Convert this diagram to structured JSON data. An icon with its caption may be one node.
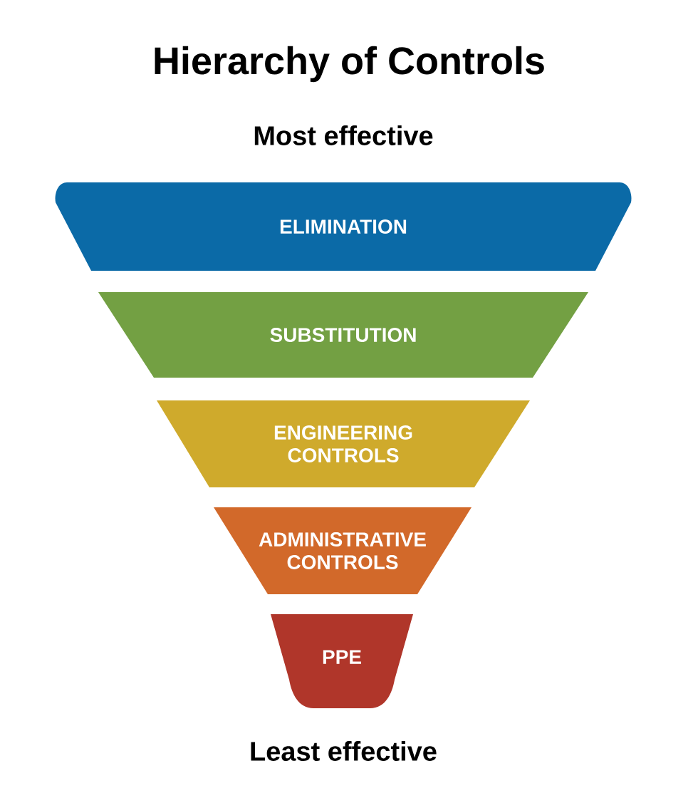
{
  "diagram": {
    "title": "Hierarchy of Controls",
    "nodes": [
      {
        "text": [
          "ELIMINATION"
        ]
      },
      {
        "text": [
          "SUBSTITUTION"
        ]
      },
      {
        "text": [
          "ENGINEERING CONTROLS"
        ]
      },
      {
        "text": [
          "ADMINISTRATIVE CONTROLS"
        ]
      },
      {
        "text": [
          "PPE"
        ]
      }
    ],
    "edges": [],
    "labels": [
      "Most effective",
      "Least effective"
    ]
  }
}
